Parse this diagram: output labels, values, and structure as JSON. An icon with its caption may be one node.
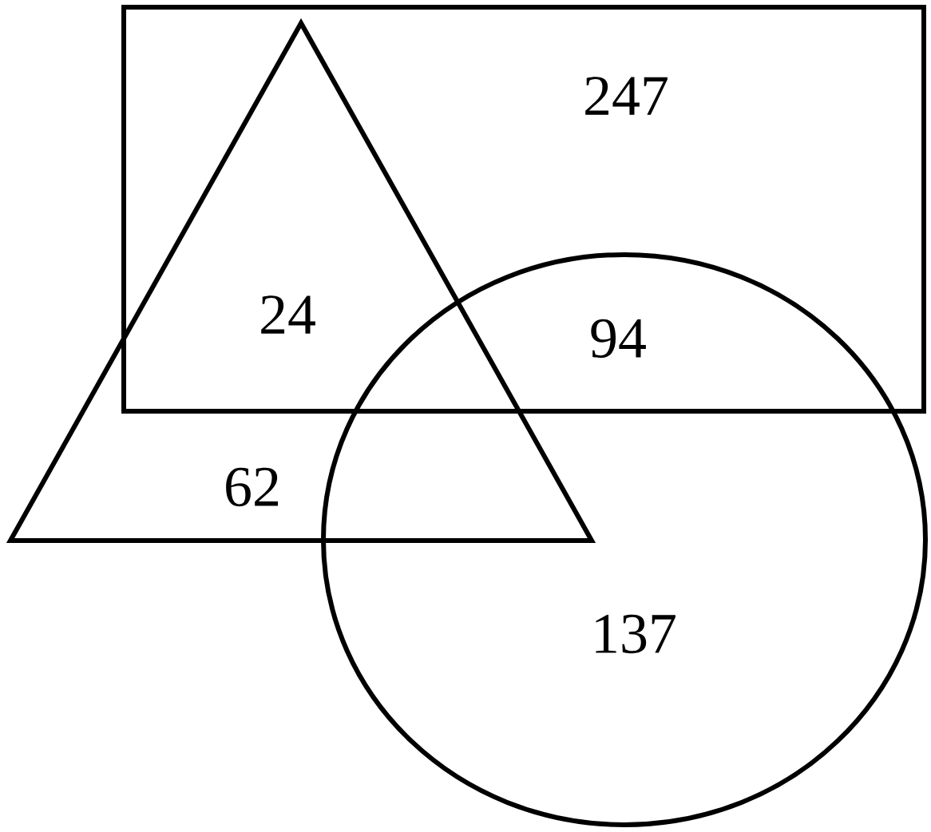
{
  "diagram": {
    "nodes": [
      {
        "text": [],
        "shape": "box"
      },
      {
        "text": [],
        "shape": "triangle"
      },
      {
        "text": [],
        "shape": "circle"
      }
    ],
    "labels": [
      "247",
      "24",
      "94",
      "62",
      "137"
    ]
  }
}
